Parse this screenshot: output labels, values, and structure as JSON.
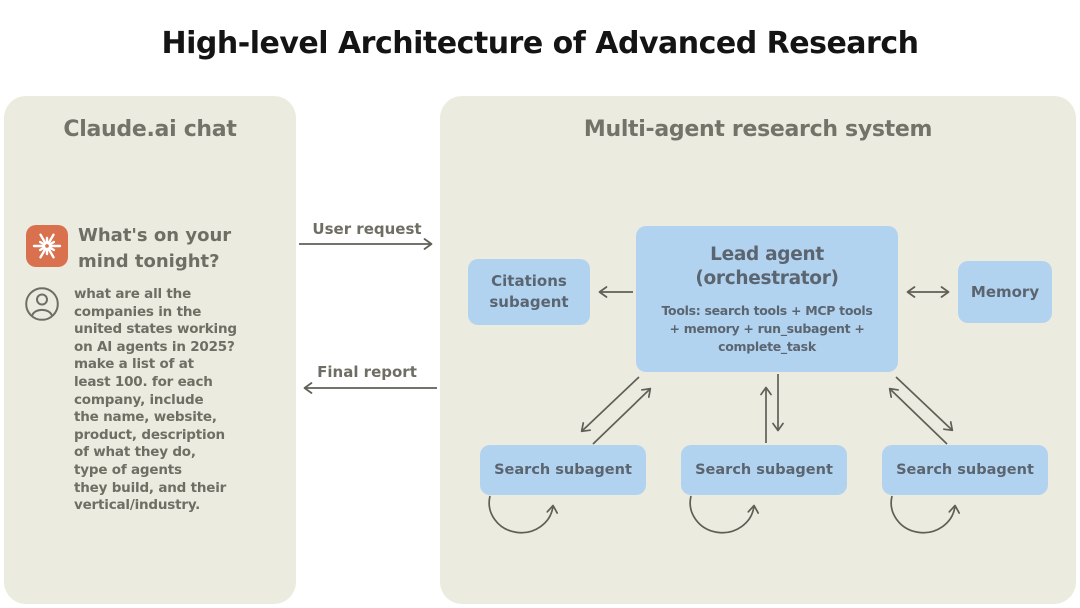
{
  "title": "High-level Architecture of Advanced Research",
  "left_panel": {
    "header": "Claude.ai chat",
    "assistant_prompt": {
      "line1": "What's on your",
      "line2": "mind tonight?"
    },
    "user_query_lines": [
      "what are all the",
      "companies in the",
      "united states working",
      "on AI agents in 2025?",
      "make a list of at",
      "least 100. for each",
      "company, include",
      "the name, website,",
      "product, description",
      "of what they do,",
      "type of agents",
      "they build, and their",
      "vertical/industry."
    ]
  },
  "flow": {
    "user_request_label": "User request",
    "final_report_label": "Final report"
  },
  "right_panel": {
    "header": "Multi-agent research system",
    "lead_agent": {
      "title_line1": "Lead agent",
      "title_line2": "(orchestrator)",
      "tools_line1": "Tools: search tools + MCP tools",
      "tools_line2": "+ memory + run_subagent +",
      "tools_line3": "complete_task"
    },
    "citations_subagent": {
      "line1": "Citations",
      "line2": "subagent"
    },
    "memory": {
      "label": "Memory"
    },
    "search_subagents": [
      {
        "label": "Search subagent"
      },
      {
        "label": "Search subagent"
      },
      {
        "label": "Search subagent"
      }
    ]
  },
  "icons": {
    "claude": "claude-spark-icon",
    "user": "user-avatar-icon"
  },
  "colors": {
    "page_background": "#FFFFFF",
    "panel_background": "#ECEBE0",
    "box_blue": "#B2D3F0",
    "box_text": "#5B6570",
    "heading_gray": "#73736A",
    "body_gray": "#6E6E64",
    "arrow_gray": "#5F5F57",
    "claude_orange": "#D9714E",
    "title_black": "#141414"
  }
}
